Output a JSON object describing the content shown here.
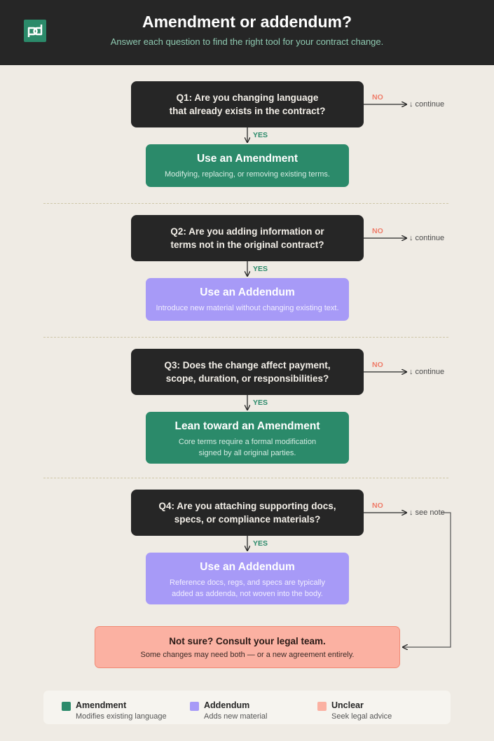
{
  "header": {
    "title": "Amendment or addendum?",
    "subtitle": "Answer each question to find the right tool for your contract change.",
    "logo_text": "pd"
  },
  "labels": {
    "no": "NO",
    "yes": "YES"
  },
  "steps": [
    {
      "question_line1": "Q1: Are you changing language",
      "question_line2": "that already exists in the contract?",
      "no_target": "↓ continue",
      "answer_title": "Use an Amendment",
      "answer_desc_line1": "Modifying, replacing, or removing existing terms.",
      "answer_desc_line2": ""
    },
    {
      "question_line1": "Q2: Are you adding information or",
      "question_line2": "terms not in the original contract?",
      "no_target": "↓ continue",
      "answer_title": "Use an Addendum",
      "answer_desc_line1": "Introduce new material without changing existing text.",
      "answer_desc_line2": ""
    },
    {
      "question_line1": "Q3: Does the change affect payment,",
      "question_line2": "scope, duration, or responsibilities?",
      "no_target": "↓ continue",
      "answer_title": "Lean toward an Amendment",
      "answer_desc_line1": "Core terms require a formal modification",
      "answer_desc_line2": "signed by all original parties."
    },
    {
      "question_line1": "Q4: Are you attaching supporting docs,",
      "question_line2": "specs, or compliance materials?",
      "no_target": "↓ see note",
      "answer_title": "Use an Addendum",
      "answer_desc_line1": "Reference docs, regs, and specs are typically",
      "answer_desc_line2": "added as addenda, not woven into the body."
    }
  ],
  "unsure": {
    "title": "Not sure? Consult your legal team.",
    "desc": "Some changes may need both — or a new agreement entirely."
  },
  "legend": [
    {
      "name": "Amendment",
      "desc": "Modifies existing language",
      "color": "#2b8a6a"
    },
    {
      "name": "Addendum",
      "desc": "Adds new material",
      "color": "#a79af7"
    },
    {
      "name": "Unclear",
      "desc": "Seek legal advice",
      "color": "#fbb1a2"
    }
  ],
  "colors": {
    "header_bg": "#262626",
    "amendment": "#2b8a6a",
    "addendum": "#a79af7",
    "unclear": "#fbb1a2",
    "no_label": "#ef7c69",
    "page_bg": "#efebe4"
  }
}
